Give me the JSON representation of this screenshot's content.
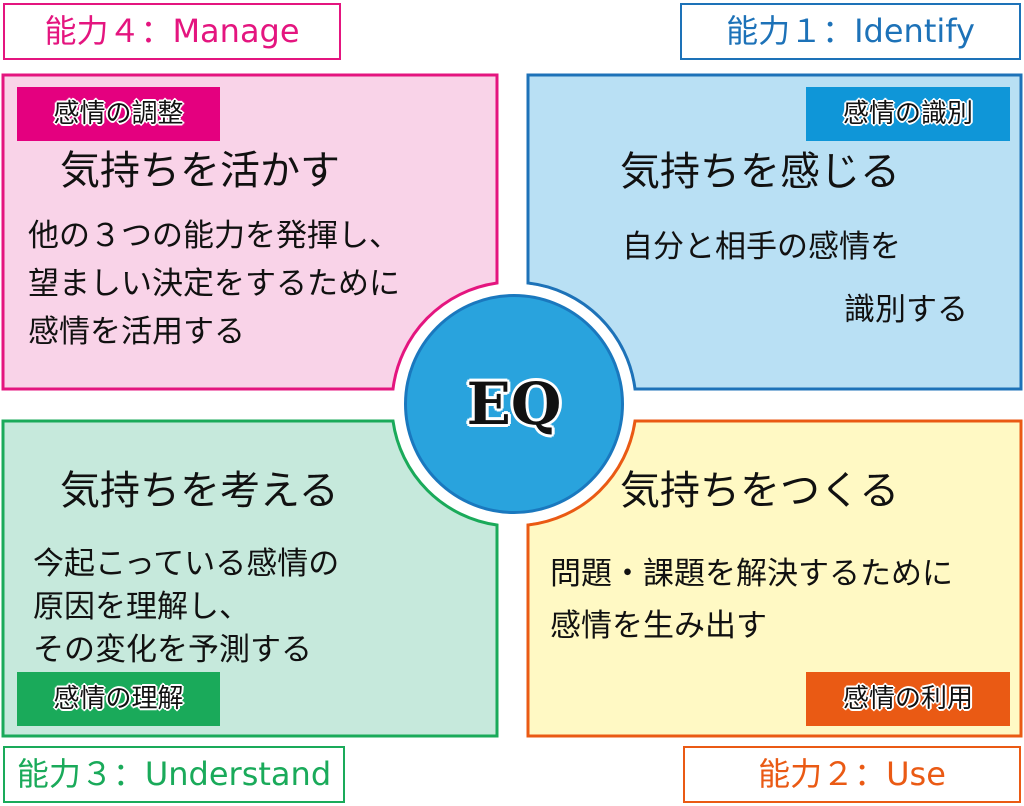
{
  "center": {
    "label": "EQ"
  },
  "quadrants": {
    "manage": {
      "ability_label": "能力４：Manage",
      "tag": "感情の調整",
      "title": "気持ちを活かす",
      "body": [
        "他の３つの能力を発揮し、",
        "望ましい決定をするために",
        "感情を活用する"
      ],
      "accent": "#e4157f",
      "fill": "#f9d3e8"
    },
    "identify": {
      "ability_label": "能力１：Identify",
      "tag": "感情の識別",
      "title": "気持ちを感じる",
      "body": [
        "自分と相手の感情を",
        "識別する"
      ],
      "accent": "#1d72b8",
      "fill": "#b9e0f4"
    },
    "understand": {
      "ability_label": "能力３：Understand",
      "tag": "感情の理解",
      "title": "気持ちを考える",
      "body": [
        "今起こっている感情の",
        "原因を理解し、",
        "その変化を予測する"
      ],
      "accent": "#1aaa5a",
      "fill": "#c6e9dc"
    },
    "use": {
      "ability_label": "能力２：Use",
      "tag": "感情の利用",
      "title": "気持ちをつくる",
      "body": [
        "問題・課題を解決するために",
        "感情を生み出す"
      ],
      "accent": "#ea5a14",
      "fill": "#fff9c4"
    }
  }
}
